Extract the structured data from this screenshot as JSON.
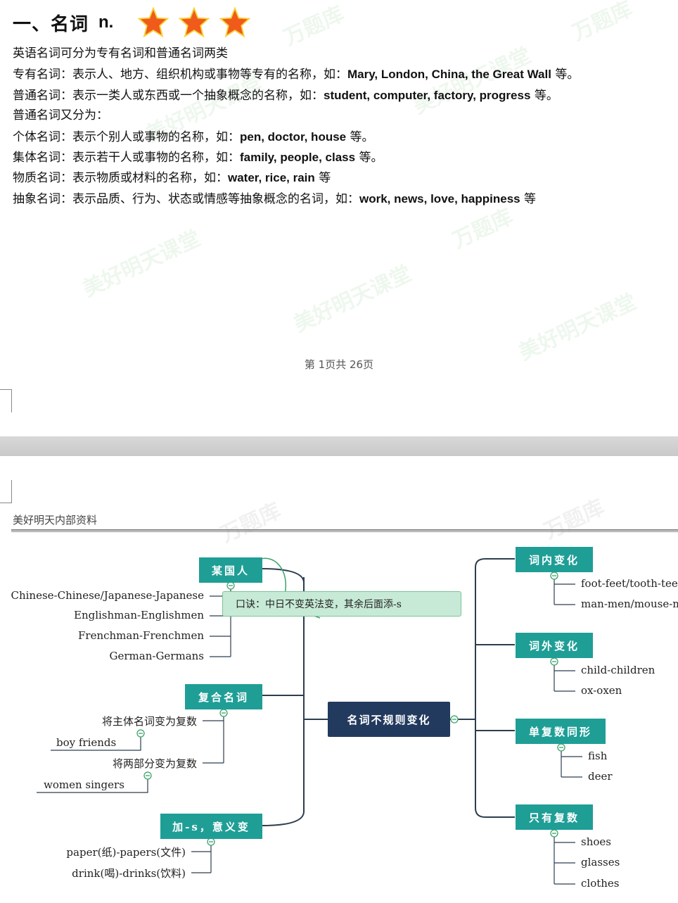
{
  "page1": {
    "heading": "一、名词",
    "heading_n": "n.",
    "star_icon": "star-icon",
    "lines": [
      {
        "prefix": "英语名词可分为专有名词和普通名词两类",
        "examples": "",
        "suffix": ""
      },
      {
        "prefix": "专有名词：表示人、地方、组织机构或事物等专有的名称，如：",
        "examples": "Mary, London, China, the Great Wall",
        "suffix": " 等。"
      },
      {
        "prefix": "普通名词：表示一类人或东西或一个抽象概念的名称，如：",
        "examples": "student, computer, factory, progress",
        "suffix": " 等。"
      },
      {
        "prefix": "普通名词又分为：",
        "examples": "",
        "suffix": ""
      },
      {
        "prefix": "个体名词：表示个别人或事物的名称，如：",
        "examples": "pen, doctor, house",
        "suffix": " 等。"
      },
      {
        "prefix": "集体名词：表示若干人或事物的名称，如：",
        "examples": "family, people, class",
        "suffix": " 等。"
      },
      {
        "prefix": "物质名词：表示物质或材料的名称，如：",
        "examples": "water, rice, rain",
        "suffix": " 等"
      },
      {
        "prefix": "抽象名词：表示品质、行为、状态或情感等抽象概念的名词，如：",
        "examples": "work, news, love, happiness",
        "suffix": " 等"
      }
    ],
    "page_number": "第 1页共 26页"
  },
  "watermarks": [
    "万题库",
    "美好明天课堂"
  ],
  "page2": {
    "header": "美好明天内部资料"
  },
  "mindmap": {
    "center": "名词不规则变化",
    "note": "口诀：中日不变英法变，其余后面添-s",
    "left_groups": [
      {
        "title": "某国人",
        "leaves": [
          "Chinese-Chinese/Japanese-Japanese",
          "Englishman-Englishmen",
          "Frenchman-Frenchmen",
          "German-Germans"
        ]
      },
      {
        "title": "复合名词",
        "leaves": [
          "将主体名词变为复数",
          "boy friends",
          "将两部分变为复数",
          "women singers"
        ]
      },
      {
        "title": "加-s，意义变",
        "leaves": [
          "paper(纸)-papers(文件)",
          "drink(喝)-drinks(饮料)"
        ]
      }
    ],
    "right_groups": [
      {
        "title": "词内变化",
        "leaves": [
          "foot-feet/tooth-teeth",
          "man-men/mouse-mice"
        ]
      },
      {
        "title": "词外变化",
        "leaves": [
          "child-children",
          "ox-oxen"
        ]
      },
      {
        "title": "单复数同形",
        "leaves": [
          "fish",
          "deer"
        ]
      },
      {
        "title": "只有复数",
        "leaves": [
          "shoes",
          "glasses",
          "clothes"
        ]
      }
    ],
    "colors": {
      "branch": "#1f9e96",
      "center": "#223a5e",
      "line": "#2c3e50",
      "note": "#c7ead6",
      "star": "#f05a1a"
    }
  }
}
